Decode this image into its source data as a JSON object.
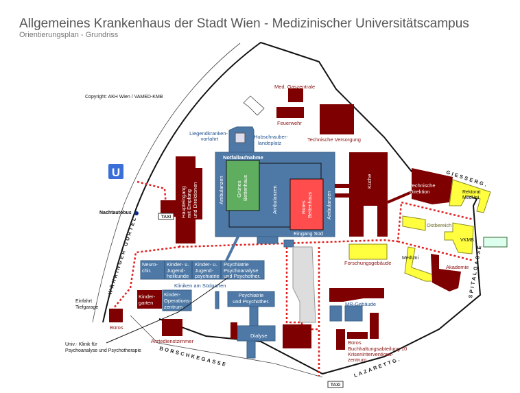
{
  "header": {
    "title": "Allgemeines Krankenhaus der Stadt Wien - Medizinischer Universitätscampus",
    "subtitle": "Orientierungsplan - Grundriss"
  },
  "copyright": "Copyright: AKH Wien / VAMED-KMB",
  "colors": {
    "clinic": "#4e79a6",
    "admin": "#7f0000",
    "green_house": "#5fae5f",
    "red_house": "#ff4c4c",
    "university": "#ffff40",
    "path": "#e02020"
  },
  "icons": {
    "subway": "U",
    "taxi": "TAXI"
  },
  "streets": {
    "guertel": "WÄHRINGER GÜRTEL",
    "borschke": "BORSCHKEGASSE",
    "lazarett": "LAZARETTG.",
    "giesserg": "GIESSERG.",
    "spitalgasse": "SPITALGASSE"
  },
  "labels": {
    "gaszentrale": "Med. Gaszentrale",
    "feuerwehr": "Feuerwehr",
    "technische_versorgung": "Technische Versorgung",
    "liegend_1": "Liegendkranken-",
    "liegend_2": "vorfahrt",
    "hubschrauber_1": "Hubschrauber-",
    "hubschrauber_2": "landeplatz",
    "notfall": "Notfallaufnahme",
    "ambulanzen": "Ambulanzen",
    "gruenes_1": "Grünes",
    "gruenes_2": "Bettenhaus",
    "rotes_1": "Rotes",
    "rotes_2": "Bettenhaus",
    "eingang_sued": "Eingang Süd",
    "kueche": "Küche",
    "haupt_1": "Haupteingang",
    "haupt_2": "mit Empfang",
    "haupt_3": "und Direktionen",
    "nachtautobus": "Nachtautobus",
    "techdir_1": "Technische",
    "techdir_2": "Direktion",
    "rektorat_1": "Rektorat",
    "rektorat_2": "MedUni",
    "ostbereich": "Ostbereich",
    "vkmb": "VKMB",
    "meduni": "MedUni",
    "akademie": "Akademie",
    "forschung": "Forschungsgebäude",
    "neuro_1": "Neuro-",
    "neuro_2": "chir.",
    "kinder_1": "Kinder- u.",
    "kinder_2": "Jugend-",
    "kinder_3": "heilkunde",
    "kjp_1": "Kinder- u.",
    "kjp_2": "Jugend-",
    "kjp_3": "psychiatrie",
    "psa_1": "Psychiatrie",
    "psa_2": "Psychoanalyse",
    "psa_3": "und Psychother.",
    "suedgarten": "Kliniken am Südgarten",
    "kindergarten_1": "Kinder-",
    "kindergarten_2": "garten",
    "kop_1": "Kinder-",
    "kop_2": "Operations-",
    "kop_3": "zentrum",
    "psy_1": "Psychiatrie",
    "psy_2": "und Psychother.",
    "einfahrt_1": "Einfahrt",
    "einfahrt_2": "Tiefgarage",
    "bueros": "Büros",
    "aerzte": "Ärztedienstzimmer",
    "univ_1": "Univ.- Klinik für",
    "univ_2": "Psychoanalyse und Psychotherapie",
    "dialyse": "Dialyse",
    "mr": "MR-Gebäude",
    "bueros2_1": "Büros",
    "bueros2_2": "Buchhaltungsabteilung 10",
    "bueros2_3": "Kriseninterventions-",
    "bueros2_4": "zentrum"
  }
}
